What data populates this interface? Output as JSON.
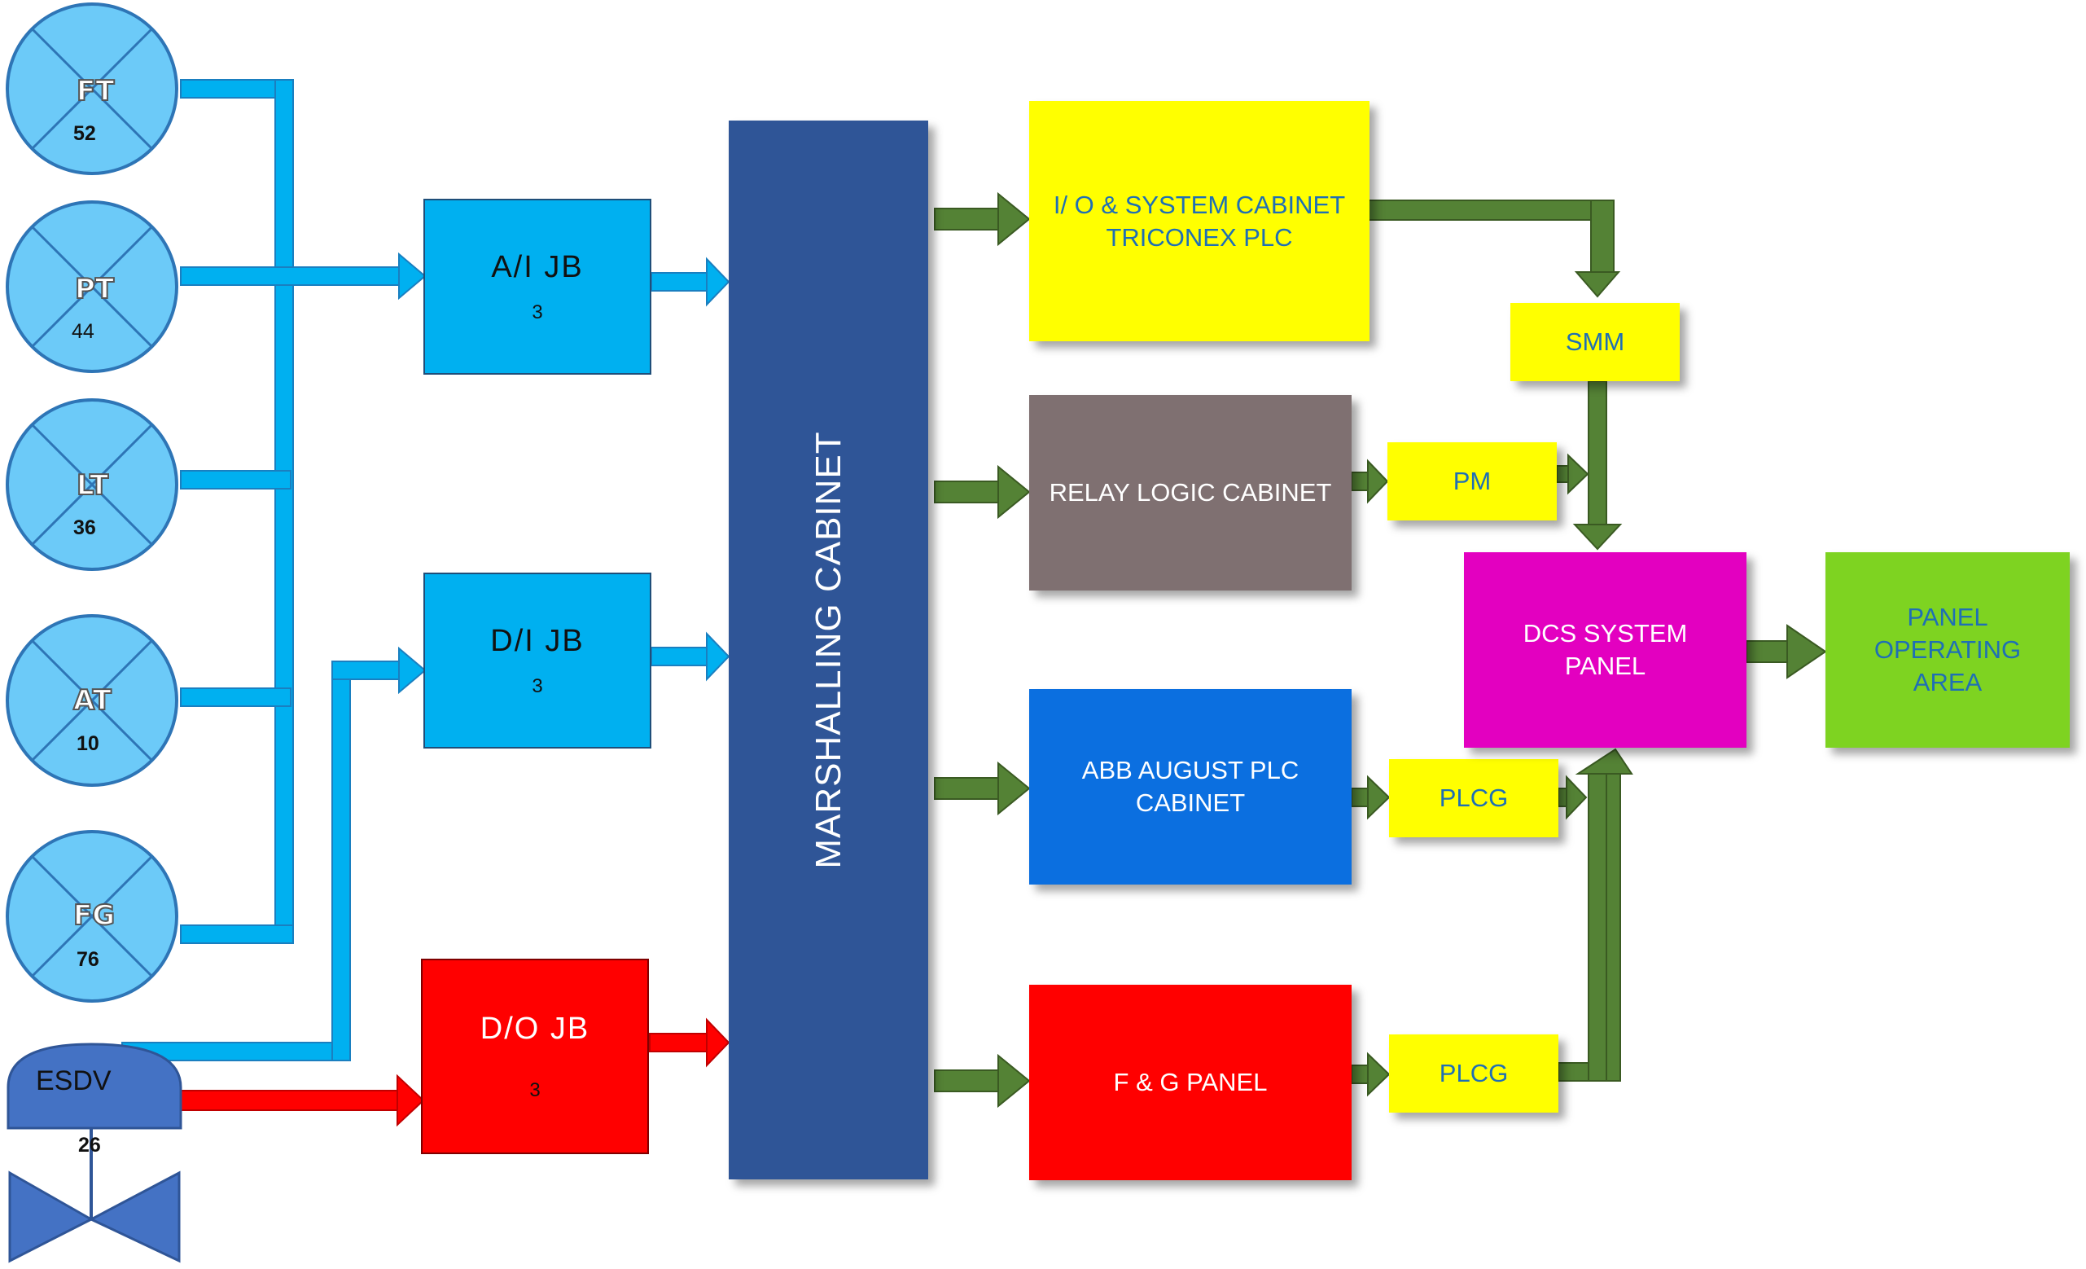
{
  "instruments": [
    {
      "tag": "FT",
      "number": "52"
    },
    {
      "tag": "PT",
      "number": "44"
    },
    {
      "tag": "LT",
      "number": "36"
    },
    {
      "tag": "AT",
      "number": "10"
    },
    {
      "tag": "FG",
      "number": "76"
    }
  ],
  "esdv": {
    "label": "ESDV",
    "number": "26"
  },
  "junction_boxes": {
    "ai": {
      "label": "A/I  JB",
      "count": "3"
    },
    "di": {
      "label": "D/I  JB",
      "count": "3"
    },
    "do": {
      "label": "D/O JB",
      "count": "3"
    }
  },
  "marshalling": {
    "label": "MARSHALLING CABINET"
  },
  "cabinets": {
    "io_line1": "I/ O & SYSTEM CABINET",
    "io_line2": "TRICONEX PLC",
    "relay": "RELAY LOGIC CABINET",
    "abb_line1": "ABB AUGUST PLC",
    "abb_line2": "CABINET",
    "fg": "F & G PANEL"
  },
  "modules": {
    "smm": "SMM",
    "pm": "PM",
    "plcg_abb": "PLCG",
    "plcg_fg": "PLCG"
  },
  "dcs": {
    "line1": "DCS SYSTEM",
    "line2": "PANEL"
  },
  "panel_area": {
    "line1": "PANEL",
    "line2": "OPERATING",
    "line3": "AREA"
  },
  "colors": {
    "instrument_fill": "#6ccaf8",
    "instrument_stroke": "#2e75b6",
    "signal_blue": "#00b0f0",
    "signal_red": "#ff0000",
    "signal_green": "#548235",
    "jb_blue": "#00b0f0",
    "jb_red": "#ff0000",
    "marshalling": "#2f5597",
    "io_cabinet": "#ffff00",
    "relay_cabinet": "#7f7071",
    "abb_cabinet": "#0b6fe0",
    "fg_panel": "#ff0000",
    "module_yellow": "#ffff00",
    "dcs_panel": "#e300c0",
    "panel_area": "#7ed321",
    "esdv": "#4472c4"
  }
}
